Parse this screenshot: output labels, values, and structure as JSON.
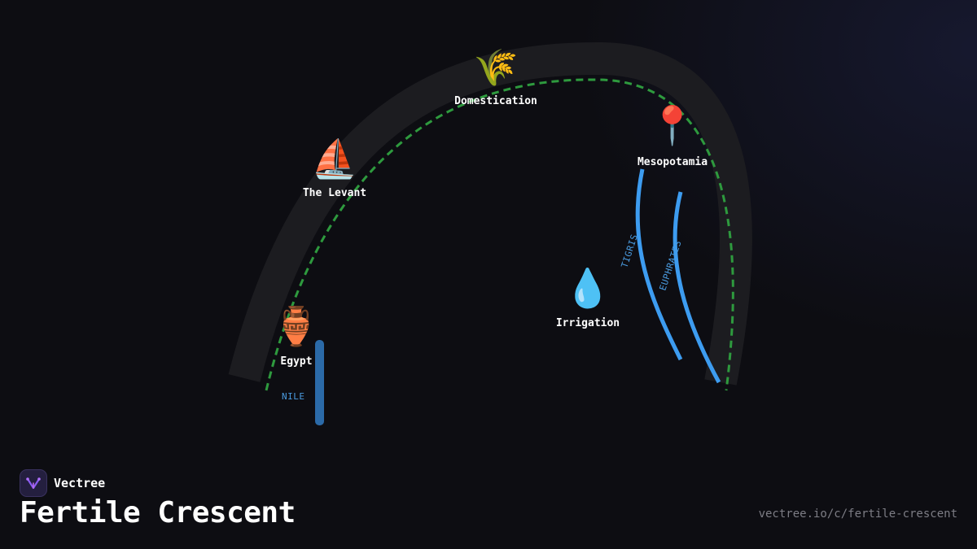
{
  "diagram": {
    "nodes": [
      {
        "id": "domestication",
        "label": "Domestication",
        "icon": "wheat-icon",
        "glyph": "🌾"
      },
      {
        "id": "levant",
        "label": "The Levant",
        "icon": "sailboat-icon",
        "glyph": "⛵"
      },
      {
        "id": "mesopotamia",
        "label": "Mesopotamia",
        "icon": "pin-icon",
        "glyph": "📍"
      },
      {
        "id": "irrigation",
        "label": "Irrigation",
        "icon": "droplet-icon",
        "glyph": "💧"
      },
      {
        "id": "egypt",
        "label": "Egypt",
        "icon": "amphora-icon",
        "glyph": "🏺"
      }
    ],
    "rivers": [
      {
        "id": "nile",
        "label": "NILE"
      },
      {
        "id": "tigris",
        "label": "TIGRIS"
      },
      {
        "id": "euphrates",
        "label": "EUPHRATES"
      }
    ],
    "colors": {
      "crescent_band": "#1c1c20",
      "route_dashes": "#2e9a3e",
      "river": "#3d9cf0",
      "nile": "#2b6aa8",
      "river_label": "#4a9be0"
    }
  },
  "brand": {
    "name": "Vectree",
    "logo_icon": "vectree-logo-icon"
  },
  "page": {
    "title": "Fertile Crescent",
    "url": "vectree.io/c/fertile-crescent"
  }
}
